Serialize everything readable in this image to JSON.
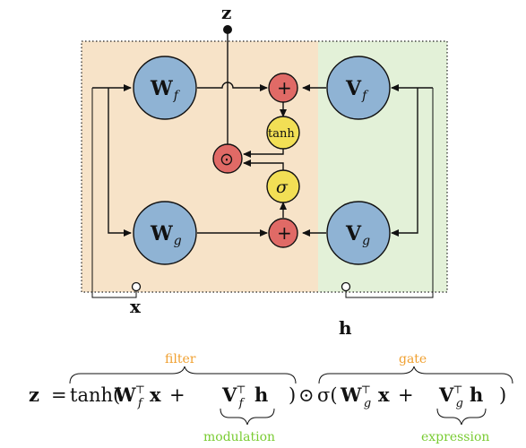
{
  "colors": {
    "filter_region": "#f7e3c8",
    "gate_region": "#e3f1d8",
    "weight_node": "#8fb3d4",
    "sum_node": "#e06a66",
    "act_node": "#f2df55",
    "filter_text": "#f0a030",
    "modulation_text": "#7acc33"
  },
  "nodes": {
    "wf": {
      "main": "W",
      "sub": "f"
    },
    "wg": {
      "main": "W",
      "sub": "g"
    },
    "vf": {
      "main": "V",
      "sub": "f"
    },
    "vg": {
      "main": "V",
      "sub": "g"
    },
    "plus_top": "+",
    "plus_bottom": "+",
    "tanh": "tanh",
    "sigma": "σ",
    "hadamard": "⊙"
  },
  "io": {
    "output": "z",
    "input_x": "x",
    "input_h": "h"
  },
  "equation": {
    "lhs": "z",
    "equals": "=",
    "tanh": "tanh(",
    "w": "W",
    "transpose": "⊤",
    "f": "f",
    "x": "x",
    "plus": "+",
    "v": "V",
    "h": "h",
    "close": ")",
    "odot": "⊙",
    "sigma": "σ(",
    "g": "g",
    "labels": {
      "filter": "filter",
      "gate": "gate",
      "modulation": "modulation",
      "expression": "expression"
    }
  }
}
